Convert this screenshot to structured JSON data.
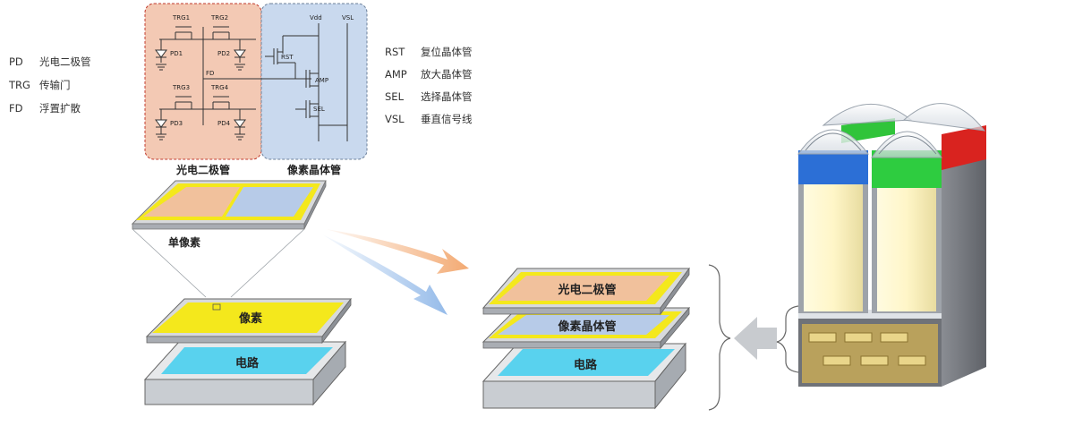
{
  "legend_left": [
    {
      "abbr": "PD",
      "desc": "光电二极管"
    },
    {
      "abbr": "TRG",
      "desc": "传输门"
    },
    {
      "abbr": "FD",
      "desc": "浮置扩散"
    }
  ],
  "legend_right": [
    {
      "abbr": "RST",
      "desc": "复位晶体管"
    },
    {
      "abbr": "AMP",
      "desc": "放大晶体管"
    },
    {
      "abbr": "SEL",
      "desc": "选择晶体管"
    },
    {
      "abbr": "VSL",
      "desc": "垂直信号线"
    }
  ],
  "circuit": {
    "trg1": "TRG1",
    "trg2": "TRG2",
    "trg3": "TRG3",
    "trg4": "TRG4",
    "pd1": "PD1",
    "pd2": "PD2",
    "pd3": "PD3",
    "pd4": "PD4",
    "fd": "FD",
    "vdd": "Vdd",
    "vsl": "VSL",
    "rst": "RST",
    "amp": "AMP",
    "sel": "SEL",
    "caption_left": "光电二极管",
    "caption_right": "像素晶体管"
  },
  "single_pixel_label": "单像素",
  "left_stack": {
    "top": "像素",
    "bottom": "电路"
  },
  "right_stack": {
    "top": "光电二极管",
    "middle": "像素晶体管",
    "bottom": "电路"
  },
  "colors": {
    "pd_box": "#f3c9b4",
    "tr_box": "#c9d9ee",
    "yellow": "#f4e81c",
    "orange_layer": "#f1c19c",
    "blue_layer": "#b7cbe8",
    "cyan": "#59d2ee",
    "base_gray": "#c9cdd2",
    "arrow_orange": "#f2a56b",
    "arrow_blue": "#8fb7e8"
  }
}
